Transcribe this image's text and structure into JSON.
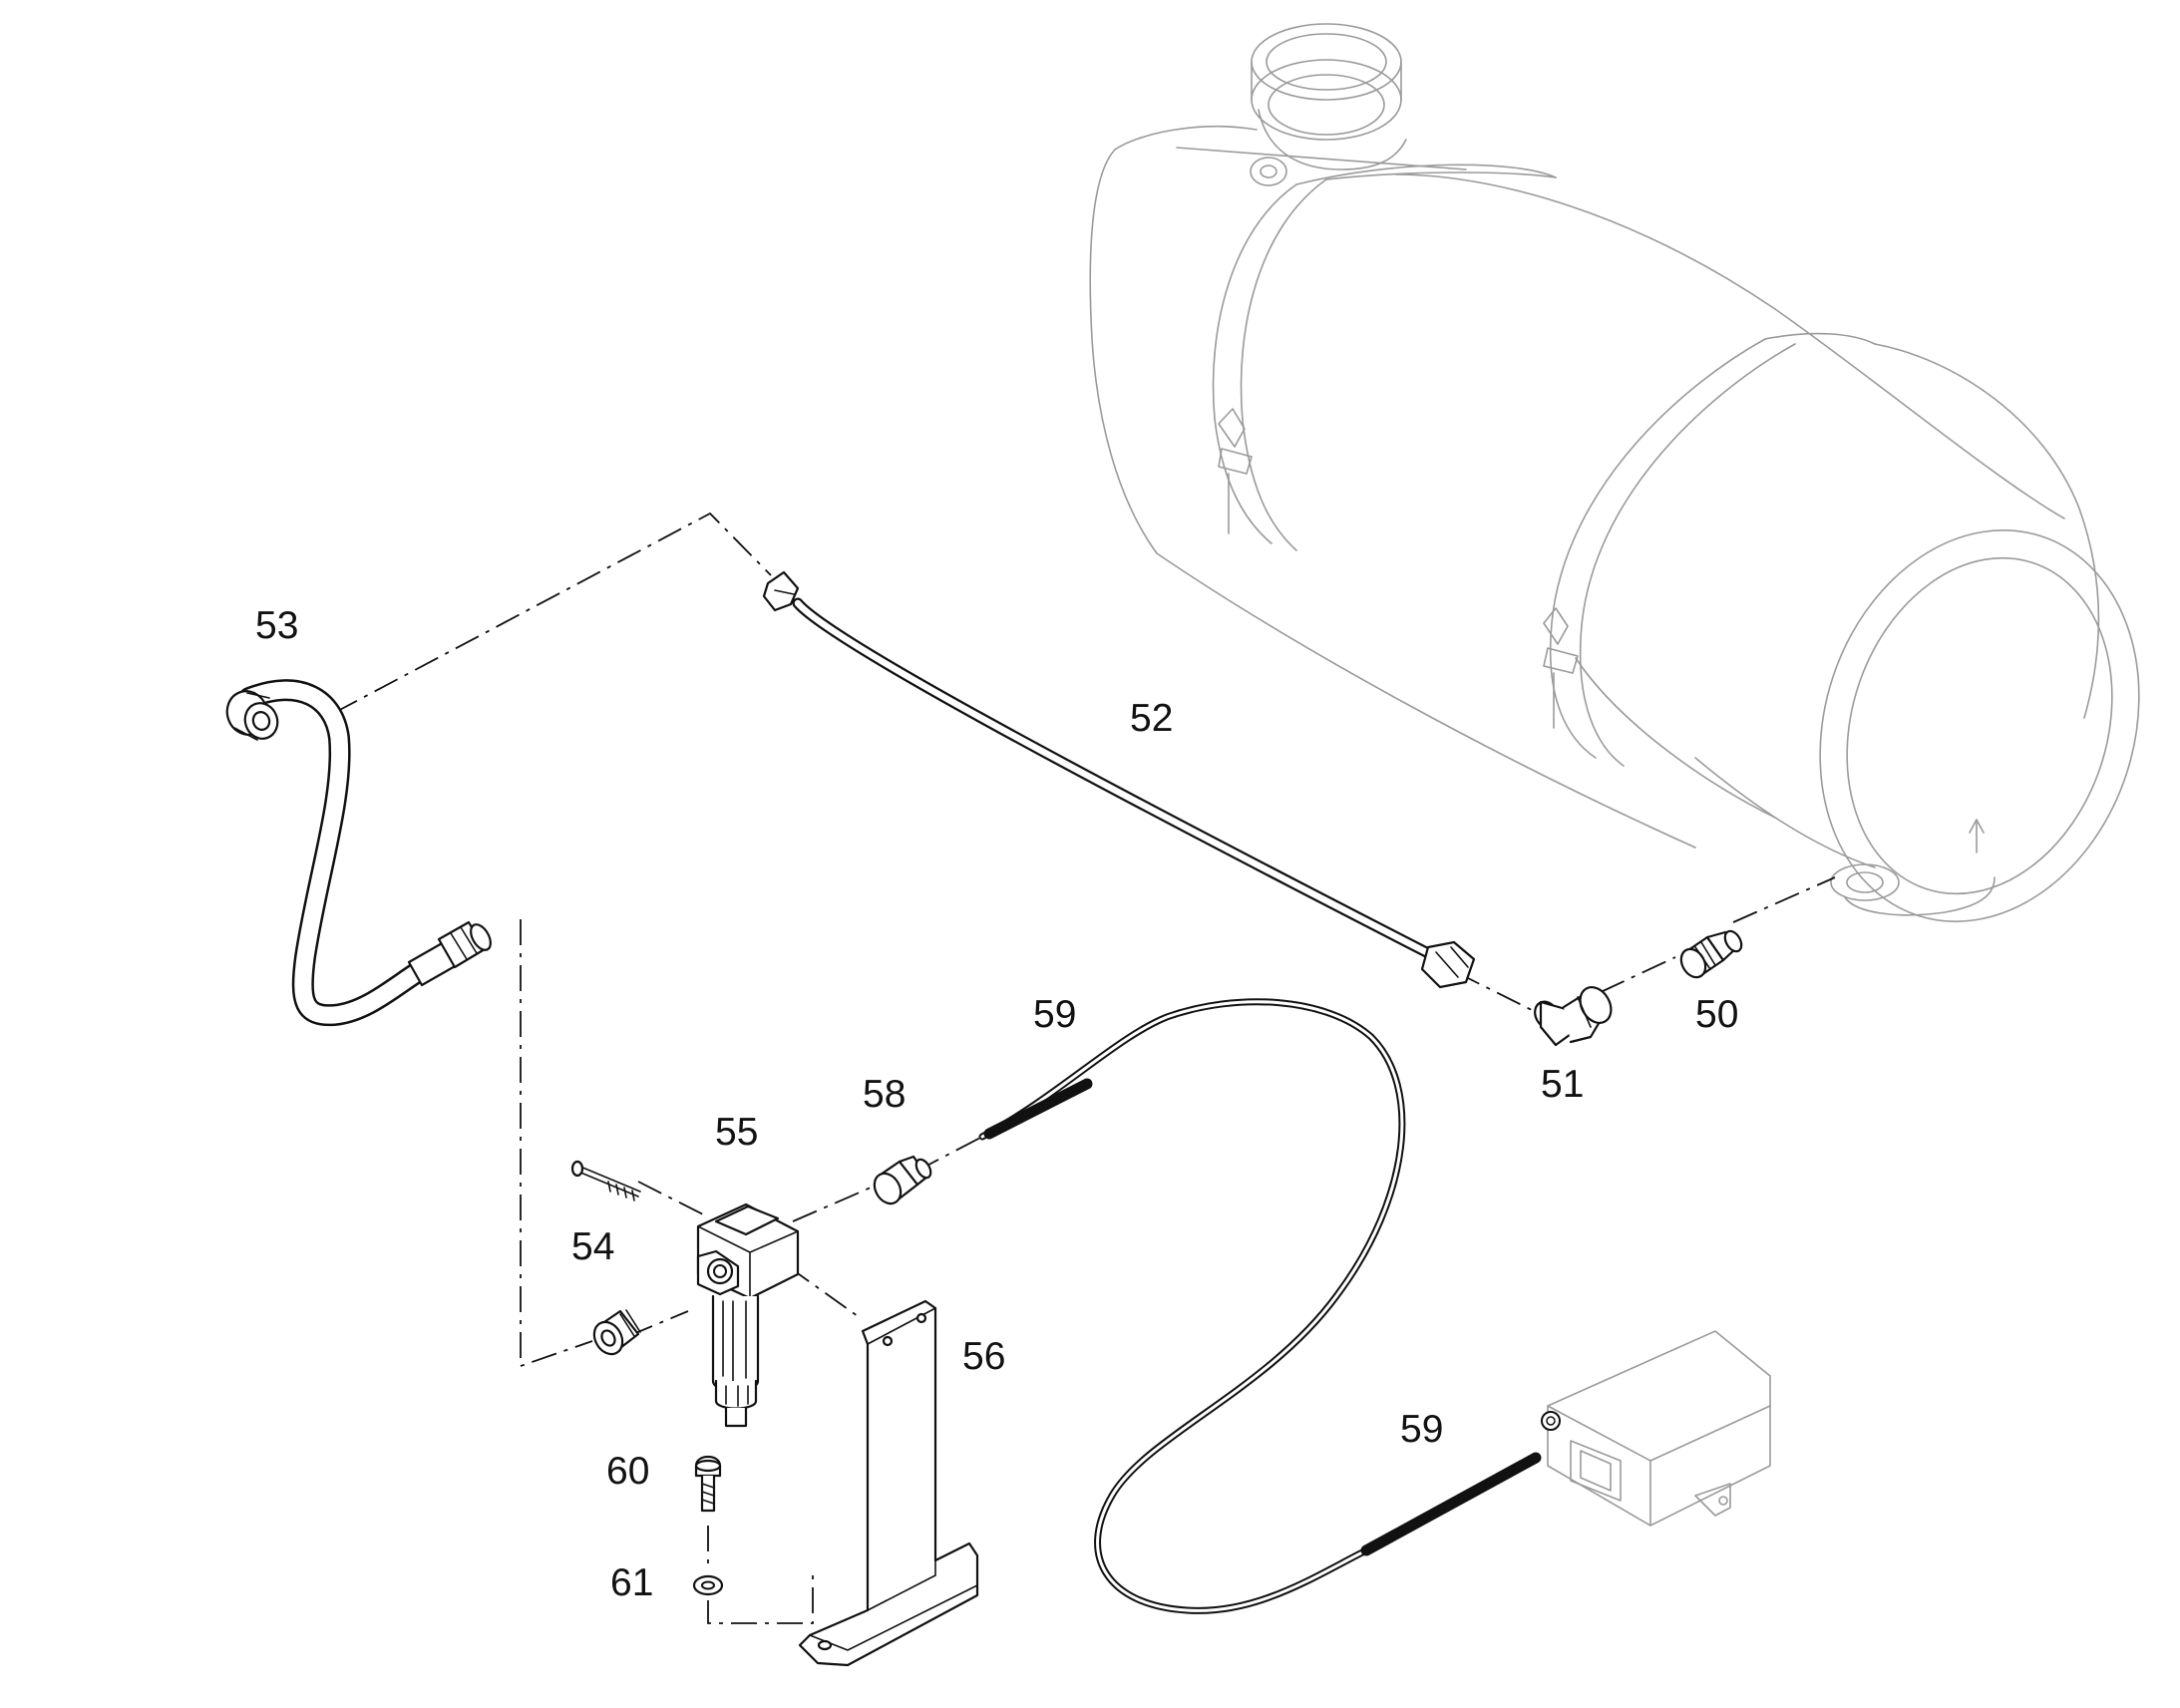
{
  "labels": {
    "p50": "50",
    "p51": "51",
    "p52": "52",
    "p53": "53",
    "p54": "54",
    "p55": "55",
    "p56": "56",
    "p58": "58",
    "p59a": "59",
    "p59b": "59",
    "p60": "60",
    "p61": "61"
  }
}
